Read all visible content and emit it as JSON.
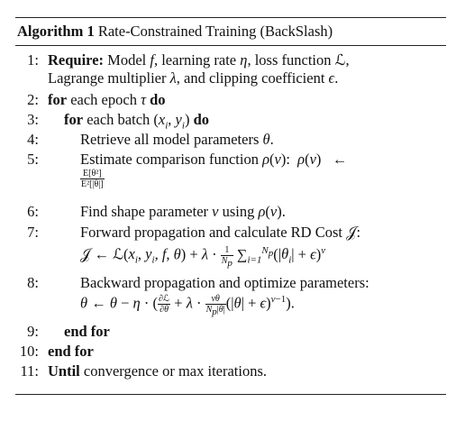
{
  "algorithm": {
    "label": "Algorithm 1",
    "title": "Rate-Constrained Training (BackSlash)",
    "lines": [
      {
        "num": "1:",
        "kw": "Require:",
        "text": "Model f, learning rate η, loss function ℒ,",
        "cont": "Lagrange multiplier λ, and clipping coefficient ϵ."
      },
      {
        "num": "2:",
        "kw": "for",
        "text": "each epoch τ",
        "kw2": "do"
      },
      {
        "num": "3:",
        "kw": "for",
        "text": "each batch (xi, yi)",
        "kw2": "do"
      },
      {
        "num": "4:",
        "text": "Retrieve all model parameters θ."
      },
      {
        "num": "5:",
        "text": "Estimate comparison function ρ(ν):  ρ(ν) ←",
        "frac_num": "E[θ²]",
        "frac_den": "E²[|θ|]"
      },
      {
        "num": "6:",
        "text": "Find shape parameter ν using ρ(ν)."
      },
      {
        "num": "7:",
        "text": "Forward propagation and calculate RD Cost 𝒥:",
        "formula": "𝒥 ← ℒ(xi, yi, f, θ) + λ · 1/Np Σ(i=1..Np) (|θi| + ϵ)^ν"
      },
      {
        "num": "8:",
        "text": "Backward propagation and optimize parameters:",
        "formula": "θ ← θ − η · (∂ℒ/∂θ + λ · νθ/(Np|θ|) (|θ| + ϵ)^(ν−1))."
      },
      {
        "num": "9:",
        "kw": "end for"
      },
      {
        "num": "10:",
        "kw": "end for"
      },
      {
        "num": "11:",
        "kw": "Until",
        "text": "convergence or max iterations."
      }
    ]
  }
}
